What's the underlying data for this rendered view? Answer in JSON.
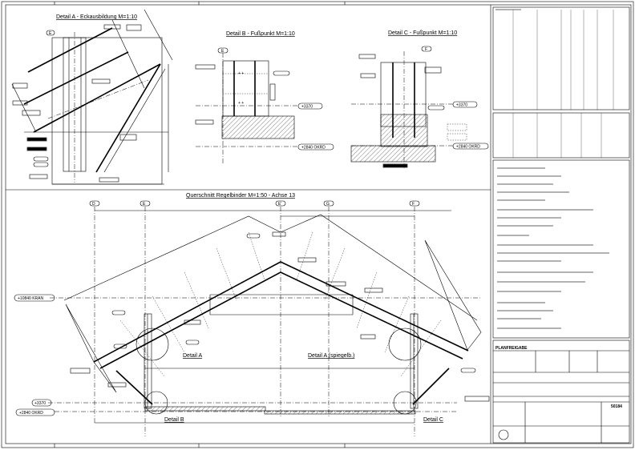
{
  "details": {
    "detail_a_title": "Detail A - Eckausbildung  M=1:10",
    "detail_b_title": "Detail B - Fußpunkt M=1:10",
    "detail_c_title": "Detail C - Fußpunkt M=1:10",
    "axis_e": "E",
    "axis_f": "F",
    "level_3370": "+3370",
    "level_2840": "+2840  OKRD"
  },
  "section": {
    "title": "Querschnitt Regelbinder M=1:50  - Achse 13",
    "axes": [
      "D",
      "E",
      "E'",
      "G",
      "F"
    ],
    "levels": {
      "kran": "+10840  KRAN",
      "l3370": "+3370",
      "okrd": "+2840  OKRD"
    },
    "callouts": {
      "detail_a": "Detail A",
      "detail_a_mirrored": "Detail A (spiegelb.)",
      "detail_b": "Detail B",
      "detail_c": "Detail C"
    }
  },
  "title_block": {
    "approval_heading": "PLANFREIGABE",
    "drawing_number": "50184"
  }
}
